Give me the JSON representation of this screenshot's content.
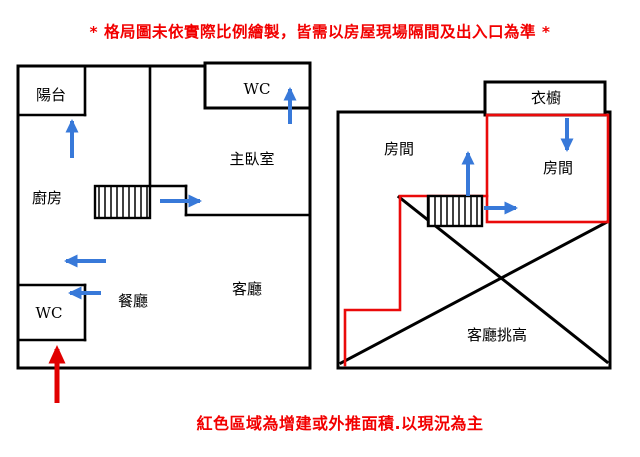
{
  "header": {
    "title": "* 格局圖未依實際比例繪製，皆需以房屋現場隔間及出入口為準 *"
  },
  "footer": {
    "note": "紅色區域為增建或外推面積.以現況為主"
  },
  "colors": {
    "wall": "#000000",
    "added_area_line": "#ea0a0a",
    "flow_arrow": "#3879d9",
    "entry_arrow": "#e10000",
    "note_text": "#f20000"
  },
  "left_plan": {
    "rooms": {
      "balcony": "陽台",
      "wc_upper": "WC",
      "master_bedroom": "主臥室",
      "kitchen": "廚房",
      "dining_room": "餐廳",
      "living_room": "客廳",
      "wc_lower": "WC"
    }
  },
  "right_plan": {
    "rooms": {
      "room_left": "房間",
      "closet": "衣櫥",
      "room_right": "房間",
      "living_room_void": "客廳挑高"
    }
  }
}
